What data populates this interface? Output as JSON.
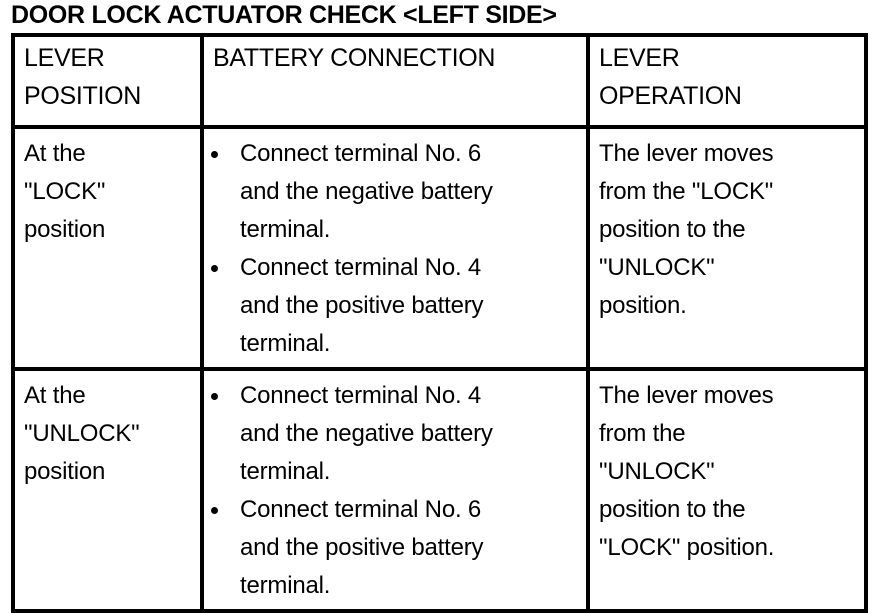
{
  "document": {
    "title": "DOOR LOCK ACTUATOR CHECK <LEFT SIDE>"
  },
  "table": {
    "headers": {
      "lever_position": {
        "line1": "LEVER",
        "line2": "POSITION"
      },
      "battery_connection": {
        "line1": "BATTERY CONNECTION",
        "line2": ""
      },
      "lever_operation": {
        "line1": "LEVER",
        "line2": "OPERATION"
      }
    },
    "rows": [
      {
        "lever_position": {
          "line1": "At the",
          "line2": "\"LOCK\"",
          "line3": "position"
        },
        "battery_connection": [
          {
            "line1": "Connect terminal No. 6",
            "line2": "and the negative battery",
            "line3": "terminal."
          },
          {
            "line1": "Connect terminal No. 4",
            "line2": "and the positive battery",
            "line3": "terminal."
          }
        ],
        "lever_operation": {
          "line1": "The lever moves",
          "line2": "from the \"LOCK\"",
          "line3": "position to the",
          "line4": "\"UNLOCK\"",
          "line5": "position."
        }
      },
      {
        "lever_position": {
          "line1": "At the",
          "line2": "\"UNLOCK\"",
          "line3": "position"
        },
        "battery_connection": [
          {
            "line1": "Connect terminal No. 4",
            "line2": "and the negative battery",
            "line3": "terminal."
          },
          {
            "line1": "Connect terminal No. 6",
            "line2": "and the positive battery",
            "line3": "terminal."
          }
        ],
        "lever_operation": {
          "line1": "The lever moves",
          "line2": "from the",
          "line3": "\"UNLOCK\"",
          "line4": "position to the",
          "line5": "\"LOCK\" position."
        }
      }
    ]
  },
  "colors": {
    "background": "#ffffff",
    "text": "#000000",
    "border": "#000000"
  }
}
